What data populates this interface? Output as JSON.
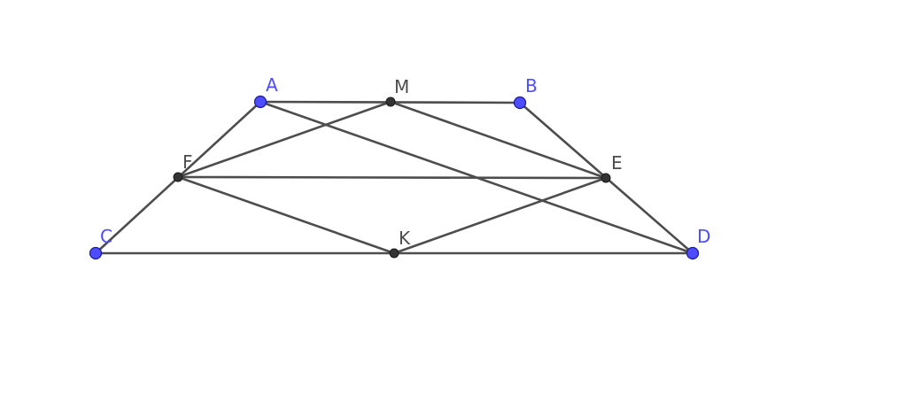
{
  "colors": {
    "segment": "#4d4d4d",
    "free_point_fill": "#4d4dff",
    "free_point_stroke": "#1a1a99",
    "free_label": "#4d4dff",
    "dependent_point_fill": "#333333",
    "dependent_point_stroke": "#1a1a1a",
    "dependent_label": "#4d4d4d",
    "background": "#ffffff"
  },
  "points": [
    {
      "id": "A",
      "label": "A",
      "kind": "free"
    },
    {
      "id": "M",
      "label": "M",
      "kind": "dependent"
    },
    {
      "id": "B",
      "label": "B",
      "kind": "free"
    },
    {
      "id": "F",
      "label": "F",
      "kind": "dependent"
    },
    {
      "id": "E",
      "label": "E",
      "kind": "dependent"
    },
    {
      "id": "C",
      "label": "C",
      "kind": "free"
    },
    {
      "id": "K",
      "label": "K",
      "kind": "dependent"
    },
    {
      "id": "D",
      "label": "D",
      "kind": "free"
    }
  ],
  "segments": [
    [
      "A",
      "B"
    ],
    [
      "C",
      "D"
    ],
    [
      "A",
      "C"
    ],
    [
      "B",
      "D"
    ],
    [
      "A",
      "D"
    ],
    [
      "F",
      "E"
    ],
    [
      "F",
      "M"
    ],
    [
      "M",
      "E"
    ],
    [
      "F",
      "K"
    ],
    [
      "K",
      "E"
    ]
  ]
}
